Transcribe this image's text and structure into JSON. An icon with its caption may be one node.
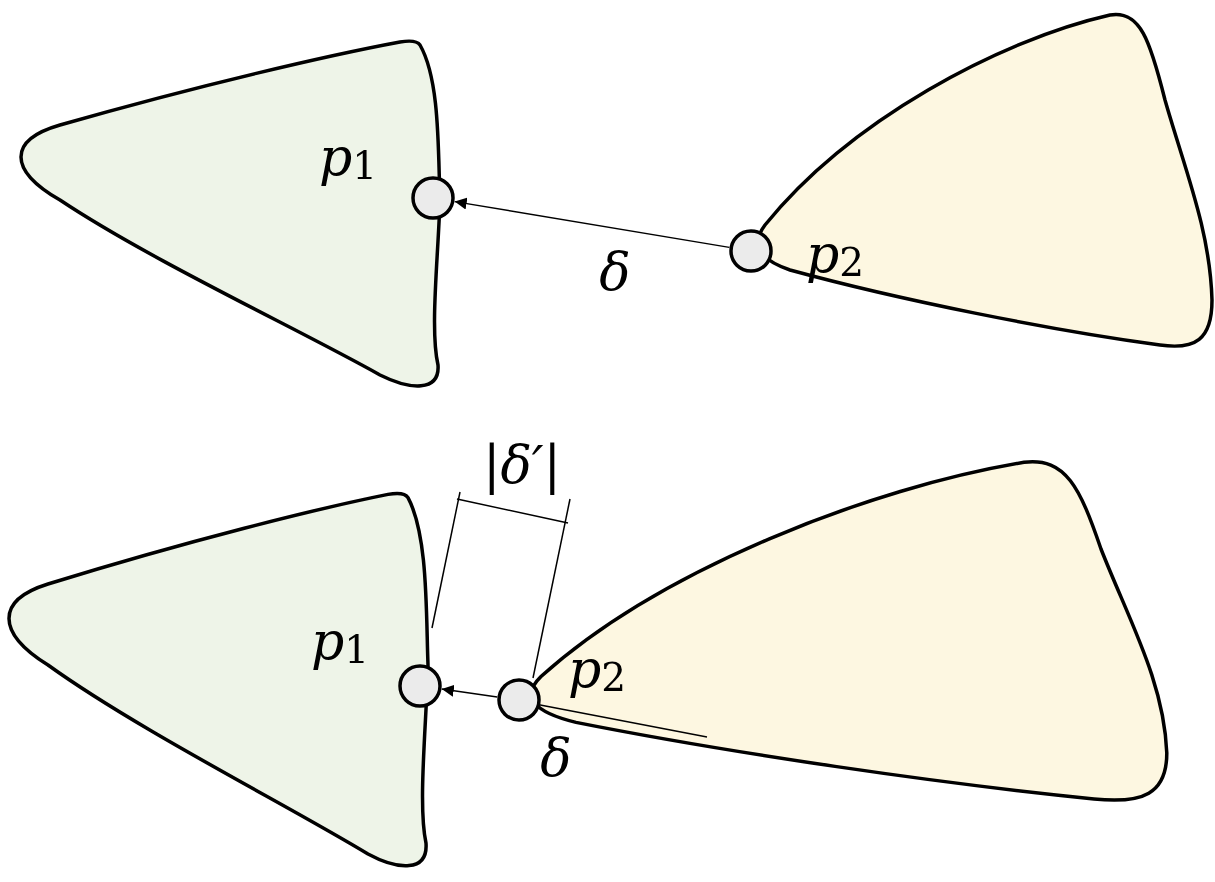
{
  "diagram": {
    "nodes": [
      {
        "text": [],
        "shape": "blob"
      },
      {
        "text": [],
        "shape": "blob"
      },
      {
        "text": [],
        "shape": "blob"
      },
      {
        "text": [],
        "shape": "blob"
      },
      {
        "text": [],
        "shape": "circle"
      },
      {
        "text": [],
        "shape": "circle"
      },
      {
        "text": [],
        "shape": "circle"
      },
      {
        "text": [],
        "shape": "circle"
      }
    ],
    "edges": [
      {
        "from": 5,
        "to": 4,
        "arrow": "to",
        "label": "δ"
      },
      {
        "from": 7,
        "to": 6,
        "arrow": "to",
        "label": "δ"
      }
    ],
    "labels": [
      "*p*$_{1}$",
      "*p*$_{2}$",
      "|δ′|",
      "*p*$_{1}$",
      "*p*$_{2}$"
    ]
  }
}
